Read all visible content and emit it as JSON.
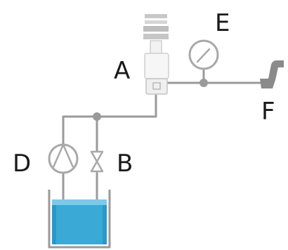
{
  "labels": {
    "A": "A",
    "B": "B",
    "D": "D",
    "E": "E",
    "F": "F"
  },
  "colors": {
    "pipe": "#9a9a9a",
    "component_stroke": "#a8a8a8",
    "component_fill": "#f4f4f4",
    "water": "#3aa9d6",
    "water_dark": "#1d8fc0",
    "water_light": "#7cc9e8",
    "text": "#1a1a1a",
    "nozzle": "#8a8a8a"
  },
  "components": {
    "A": "cylinder-unit",
    "B": "valve-icon",
    "D": "pump-icon",
    "E": "pressure-gauge-icon",
    "F": "spray-nozzle-icon"
  }
}
